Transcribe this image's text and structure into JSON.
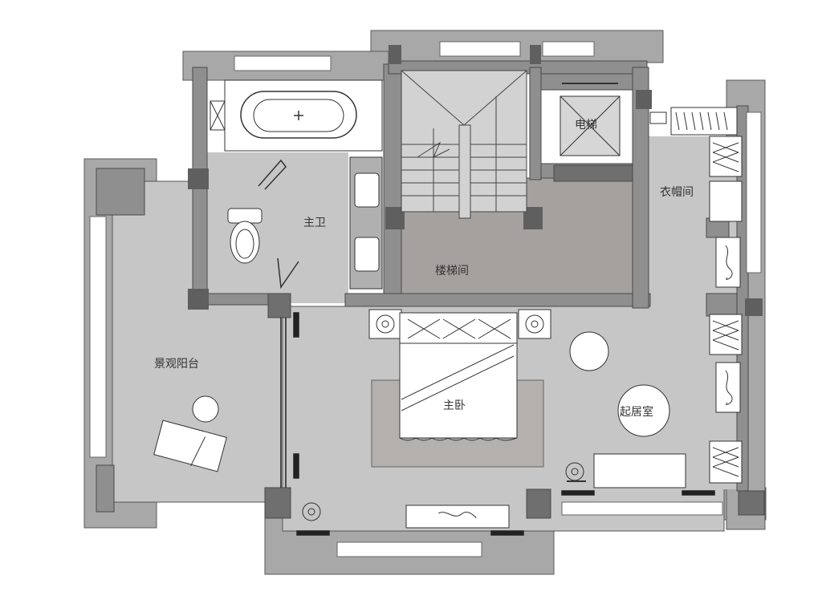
{
  "rooms": {
    "master_bath": "主卫",
    "stair_hall": "楼梯间",
    "elevator": "电梯",
    "closet": "衣帽间",
    "balcony": "景观阳台",
    "master_bedroom": "主卧",
    "living": "起居室"
  },
  "colors": {
    "wall": "#8f8f8f",
    "wall_dark": "#6f6f6f",
    "floor": "#c6c6c6",
    "stair_floor": "#a5a19e",
    "rug": "#b3b0ae",
    "fixture": "#ffffff",
    "line": "#333333",
    "label": "#333333"
  }
}
